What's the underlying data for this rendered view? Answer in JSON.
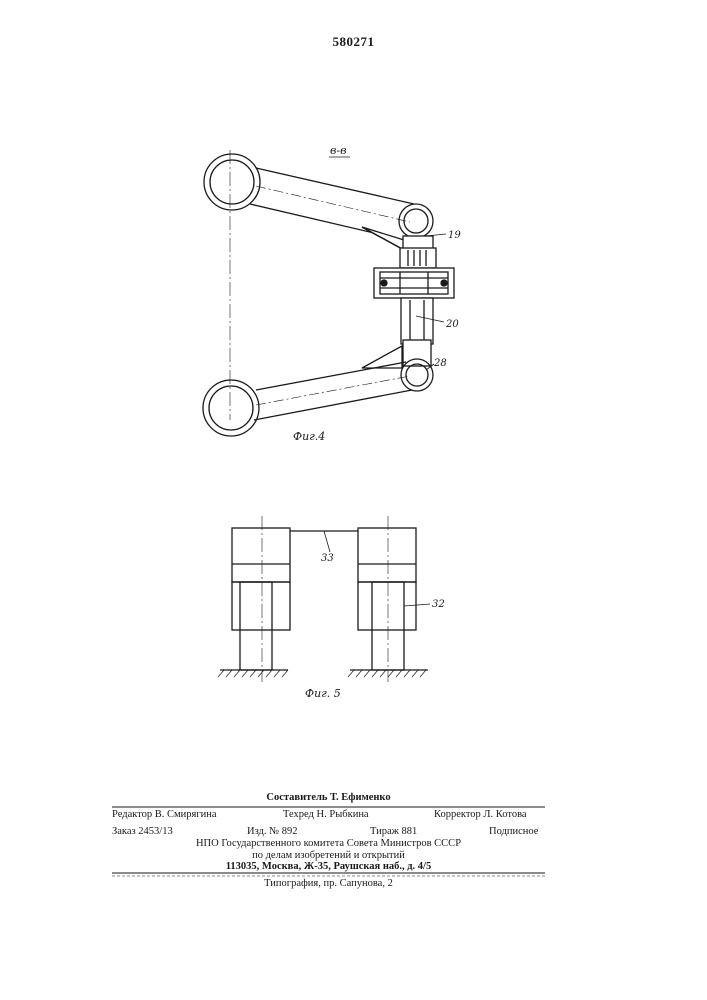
{
  "patent_number": "580271",
  "fig4": {
    "section_label": "в-в",
    "caption": "Фиг.4",
    "callouts": [
      "19",
      "20",
      "28"
    ]
  },
  "fig5": {
    "caption": "Фиг. 5",
    "callouts": [
      "33",
      "32"
    ]
  },
  "imprint": {
    "compiler": "Составитель Т. Ефименко",
    "editor": "Редактор В. Смирягина",
    "techred": "Техред Н. Рыбкина",
    "corrector": "Корректор Л. Котова",
    "order": "Заказ 2453/13",
    "edition": "Изд. № 892",
    "circulation": "Тираж 881",
    "subscription": "Подписное",
    "org_line1": "НПО Государственного комитета Совета Министров СССР",
    "org_line2": "по делам изобретений и открытий",
    "address": "113035, Москва, Ж-35, Раушская наб., д. 4/5",
    "printer": "Типография, пр. Сапунова, 2"
  }
}
